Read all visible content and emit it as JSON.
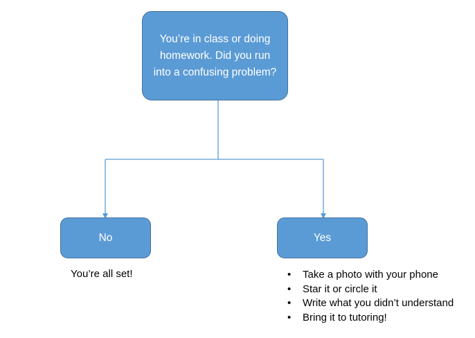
{
  "flowchart": {
    "question": "You’re in class or doing homework. Did you run into a confusing problem?",
    "no_label": "No",
    "yes_label": "Yes",
    "no_outcome": "You’re all set!",
    "yes_actions": [
      "Take a photo with your phone",
      "Star it or circle it",
      "Write what you didn’t understand",
      "Bring it to tutoring!"
    ],
    "bullet": "•"
  },
  "colors": {
    "box_fill": "#5b9bd5",
    "box_border": "#41719c",
    "connector": "#5b9bd5"
  }
}
